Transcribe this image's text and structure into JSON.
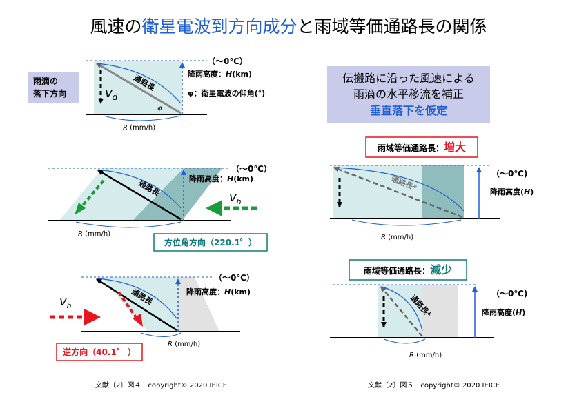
{
  "title": {
    "prefix": "風速の",
    "highlight": "衛星電波到方向成分",
    "suffix": "と雨域等価通路長の関係",
    "highlight_color": "#1f5fd6"
  },
  "labels": {
    "approx_zero": "（～0℃）",
    "approx_zero_b": "（～0℃)",
    "rain_height": "降雨高度：",
    "rain_height_h": "H",
    "rain_height_unit": "(km)",
    "rain_height_paren": "降雨高度(",
    "rain_height_paren_end": ")",
    "path_length": "通路長",
    "path_length_star": "通路長*",
    "range": "R",
    "range_unit": " (mm/h)",
    "phi": "φ",
    "phi_caption": "φ：衛星電波の仰角(°)",
    "vd_main": "v",
    "vd_sub": "d",
    "vh_main": "v",
    "vh_sub": "h",
    "raindrop_line1": "雨滴の",
    "raindrop_line2": "落下方向",
    "azimuth": "方位角方向（220.1゜）",
    "reverse": "逆方向（40.1゜ ）",
    "increase_prefix": "雨域等価通路長：",
    "increase_word": "増大",
    "decrease_prefix": "雨域等価通路長：",
    "decrease_word": "減少",
    "note_line1": "伝搬路に沿った風速による",
    "note_line2": "雨滴の水平移流を補正",
    "note_line3": "垂直落下を仮定",
    "caption_left": "文献〔2〕図４　copyright© 2020 IEICE",
    "caption_right": "文献〔2〕図５　copyright© 2020 IEICE"
  },
  "colors": {
    "fill_light": "#d6ecec",
    "fill_dark": "#8fbdbd",
    "fill_gray": "#e2e2e2",
    "blue": "#1f5fd6",
    "green": "#1a9c3e",
    "red": "#e8141e",
    "teal_text": "#117a7a",
    "note_bg": "#c9cbeb",
    "black": "#000000"
  }
}
